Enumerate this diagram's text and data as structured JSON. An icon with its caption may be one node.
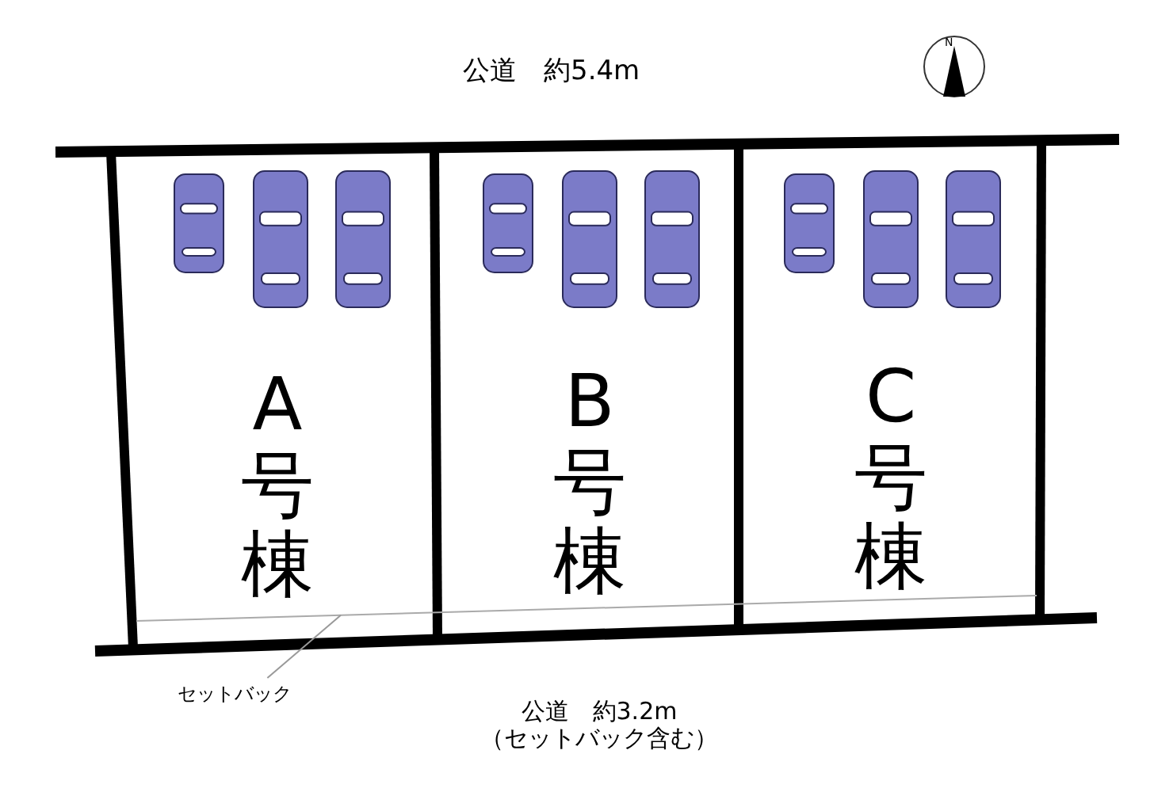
{
  "diagram": {
    "nodes": [
      {
        "text": [
          "A号棟"
        ]
      },
      {
        "text": [
          "B号棟"
        ]
      },
      {
        "text": [
          "C号棟"
        ]
      },
      {
        "text": [
          "セットバック"
        ]
      },
      {
        "text": [],
        "shape": "bar"
      }
    ],
    "edges": [
      {
        "from": 3,
        "to": 4,
        "arrow": "none"
      }
    ],
    "labels": [
      "公道　約5.4m",
      "N",
      "公道　約3.2m（セットバック含む）"
    ]
  }
}
